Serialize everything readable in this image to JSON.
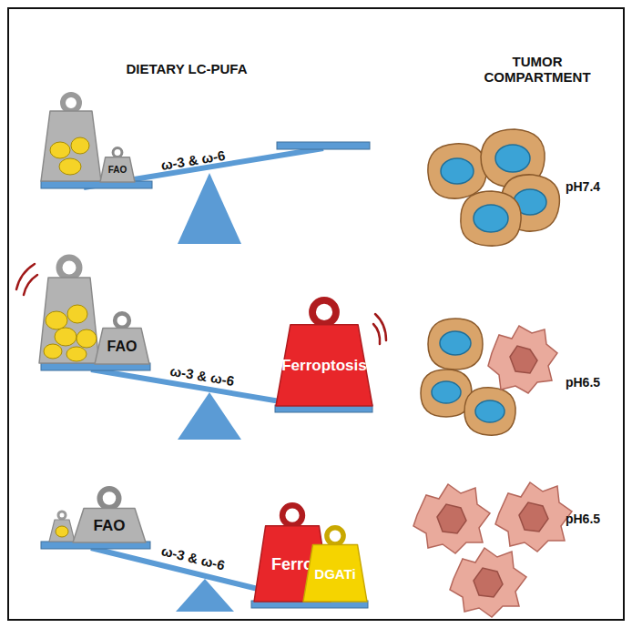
{
  "diagram": {
    "nodes": [
      {
        "text": [
          "FAO"
        ]
      },
      {
        "text": [
          "FAO"
        ]
      },
      {
        "text": [
          "Ferroptosis"
        ]
      },
      {
        "text": [
          "FAO"
        ]
      },
      {
        "text": [
          "Ferro"
        ]
      },
      {
        "text": [
          "DGATi"
        ]
      }
    ],
    "labels": [
      "DIETARY LC-PUFA",
      "TUMOR COMPARTMENT",
      "ω-3 & ω-6",
      "pH7.4",
      "ω-3 & ω-6",
      "pH6.5",
      "ω-3 & ω-6",
      "pH6.5"
    ]
  }
}
